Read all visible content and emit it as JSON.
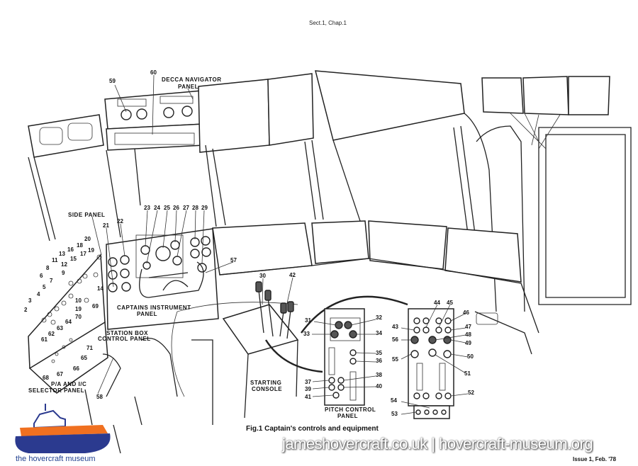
{
  "header": {
    "section": "Sect.1, Chap.1"
  },
  "caption": "Fig.1 Captain's controls and equipment",
  "issue": "Issue 1, Feb. '78",
  "watermark": "jameshovercraft.co.uk | hovercraft-museum.org",
  "logo": {
    "text": "the hovercraft museum",
    "colors": {
      "hull": "#2b3a8f",
      "skirt": "#f07020"
    }
  },
  "panels": {
    "decca_1": "DECCA NAVIGATOR",
    "decca_2": "PANEL",
    "side": "SIDE PANEL",
    "captains_1": "CAPTAINS INSTRUMENT",
    "captains_2": "PANEL",
    "station_1": "STATION BOX",
    "station_2": "CONTROL PANEL",
    "pa_1": "P/A AND I/C",
    "pa_2": "SELECTOR PANEL",
    "starting_1": "STARTING",
    "starting_2": "CONSOLE",
    "pitch_1": "PITCH CONTROL",
    "pitch_2": "PANEL"
  },
  "numbers": [
    "2",
    "3",
    "4",
    "5",
    "6",
    "7",
    "8",
    "9",
    "10",
    "11",
    "12",
    "13",
    "14",
    "15",
    "16",
    "17",
    "18",
    "19",
    "20",
    "21",
    "22",
    "23",
    "24",
    "25",
    "26",
    "27",
    "28",
    "29",
    "30",
    "31",
    "32",
    "33",
    "34",
    "35",
    "36",
    "37",
    "38",
    "39",
    "40",
    "41",
    "42",
    "43",
    "44",
    "45",
    "46",
    "47",
    "48",
    "49",
    "50",
    "51",
    "52",
    "53",
    "54",
    "55",
    "56",
    "57",
    "58",
    "59",
    "60",
    "61",
    "62",
    "63",
    "64",
    "65",
    "66",
    "67",
    "68",
    "69",
    "70",
    "71",
    "19"
  ]
}
